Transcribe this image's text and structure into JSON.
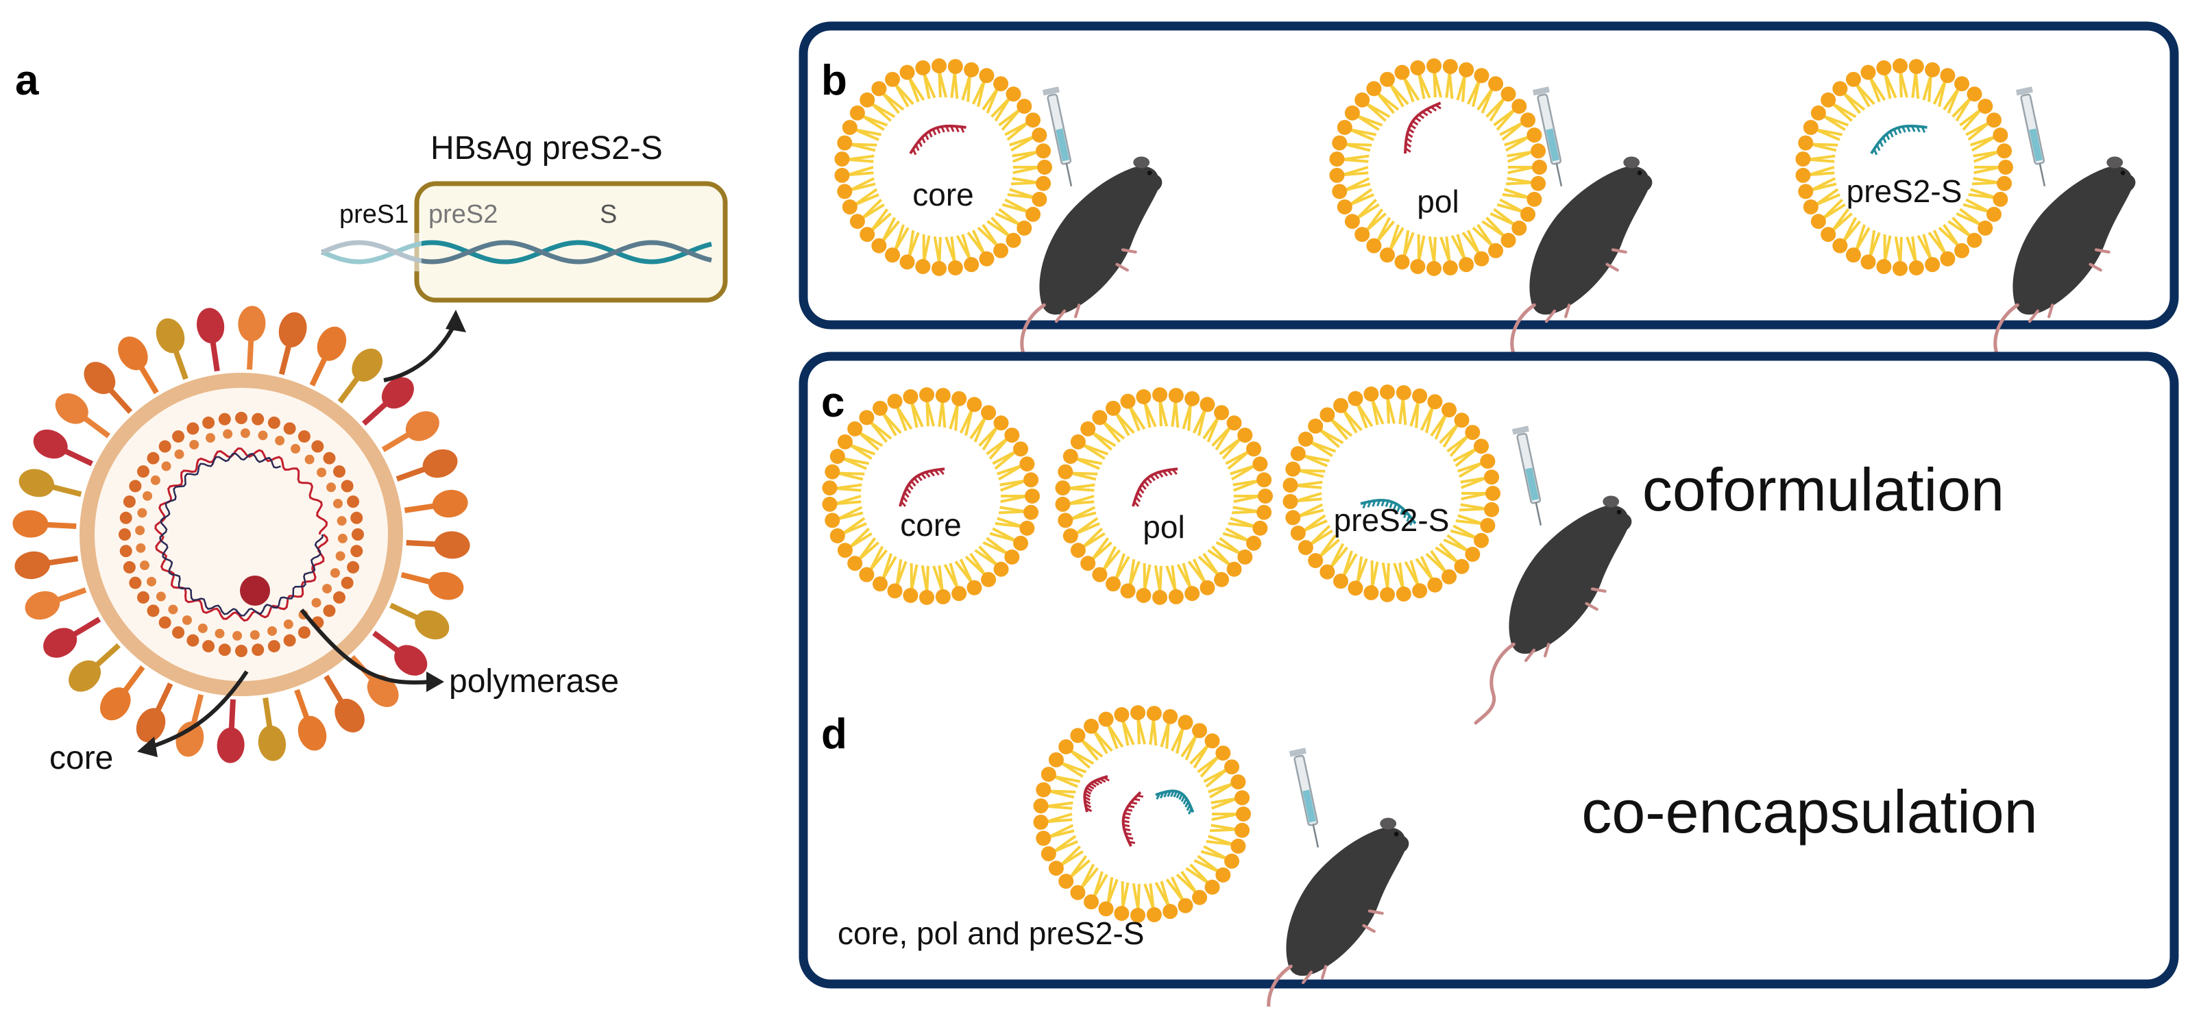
{
  "panels": {
    "a": {
      "letter": "a",
      "title": "HBsAg preS2-S",
      "segments": [
        "preS1",
        "preS2",
        "S"
      ],
      "callout_polymerase": "polymerase",
      "callout_core": "core"
    },
    "b": {
      "letter": "b",
      "lnps": [
        {
          "label": "core",
          "rna": "red"
        },
        {
          "label": "pol",
          "rna": "red"
        },
        {
          "label": "preS2-S",
          "rna": "teal"
        }
      ]
    },
    "c": {
      "letter": "c",
      "lnps": [
        {
          "label": "core",
          "rna": "red"
        },
        {
          "label": "pol",
          "rna": "red"
        },
        {
          "label": "preS2-S",
          "rna": "teal"
        }
      ],
      "method": "coformulation"
    },
    "d": {
      "letter": "d",
      "caption": "core, pol and preS2-S",
      "method": "co-encapsulation"
    }
  },
  "colors": {
    "box_border": "#0b2d5c",
    "lipid_head": "#f4a21c",
    "lipid_tail": "#f7cf3c",
    "rna_red": "#b3263a",
    "rna_teal": "#1f8a99",
    "gene_box": "#9b7a24",
    "gene_box_fill": "#fbf8ea",
    "virion_shell": "#e8b98c",
    "virion_inner": "#fdf6ee",
    "capsid_dot": "#d86a2a",
    "mouse": "#3b3a3a"
  }
}
